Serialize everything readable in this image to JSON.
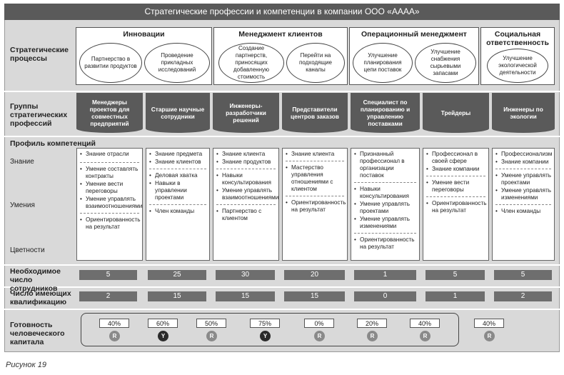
{
  "title": "Стратегические профессии и компетенции в компании ООО «АААА»",
  "labels": {
    "strategic_processes": "Стратегические процессы",
    "groups": "Группы стратегических профессий",
    "profile": "Профиль компетенций",
    "knowledge": "Знание",
    "skills": "Умения",
    "values": "Цветности",
    "needed": "Необходимое число сотрудников",
    "qualified": "Число имеющих квалификацию",
    "readiness": "Готовность человеческого капитала"
  },
  "processes": [
    {
      "name": "Инновации",
      "items": [
        "Партнерство в развитии продуктов",
        "Проведение прикладных исследований"
      ]
    },
    {
      "name": "Менеджмент клиентов",
      "items": [
        "Создание партнерств, приносящих добавленную стоимость",
        "Перейти на подходящие каналы"
      ]
    },
    {
      "name": "Операционный менеджмент",
      "items": [
        "Улучшение планирования цепи поставок",
        "Улучшение снабжения сырьевыми запасами"
      ]
    },
    {
      "name": "Социальная ответственность",
      "items": [
        "Улучшение экологической деятельности"
      ]
    }
  ],
  "groups": [
    "Менеджеры проектов для совместных предприятий",
    "Старшие научные сотрудники",
    "Инженеры-разработчики решений",
    "Представители центров заказов",
    "Специалист по планированию и управлению поставками",
    "Трейдеры",
    "Инженеры по экологии"
  ],
  "profiles": [
    [
      [
        "Знание отрасли"
      ],
      [
        "Умение составлять контракты",
        "Умение вести переговоры",
        "Умение управлять взаимоотношениями"
      ],
      [
        "Ориентированность на результат"
      ]
    ],
    [
      [
        "Знание предмета",
        "Знание клиентов"
      ],
      [
        "Деловая хватка",
        "Навыки в управлении проектами"
      ],
      [
        "Член команды"
      ]
    ],
    [
      [
        "Знание клиента",
        "Знание продуктов"
      ],
      [
        "Навыки консультирования",
        "Умение управлять взаимоотношениями"
      ],
      [
        "Партнерство с клиентом"
      ]
    ],
    [
      [
        "Знание клиента"
      ],
      [
        "Мастерство управления отношениями с клиентом"
      ],
      [
        "Ориентированность на результат"
      ]
    ],
    [
      [
        "Признанный профессионал в организации поставок"
      ],
      [
        "Навыки консультирования",
        "Умение управлять проектами",
        "Умение управлять изменениями"
      ],
      [
        "Ориентированность на результат"
      ]
    ],
    [
      [
        "Профессионал в своей сфере",
        "Знание компании"
      ],
      [
        "Умение вести переговоры"
      ],
      [
        "Ориентированность на результат"
      ]
    ],
    [
      [
        "Профессионализм",
        "Знание компании"
      ],
      [
        "Умение управлять проектами",
        "Умение управлять изменениями"
      ],
      [
        "Член команды"
      ]
    ]
  ],
  "needed": [
    "5",
    "25",
    "30",
    "20",
    "1",
    "5",
    "5"
  ],
  "qualified": [
    "2",
    "15",
    "15",
    "15",
    "0",
    "1",
    "2"
  ],
  "readiness": [
    {
      "pct": "40%",
      "status": "R"
    },
    {
      "pct": "60%",
      "status": "Y"
    },
    {
      "pct": "50%",
      "status": "R"
    },
    {
      "pct": "75%",
      "status": "Y"
    },
    {
      "pct": "0%",
      "status": "R"
    },
    {
      "pct": "20%",
      "status": "R"
    },
    {
      "pct": "40%",
      "status": "R"
    },
    {
      "pct": "40%",
      "status": "R"
    }
  ],
  "colors": {
    "header": "#5a5a5a",
    "bar": "#6e6e6e",
    "status_R": "#8a8a8a",
    "status_Y": "#2b2b2b"
  },
  "caption": "Рисунок 19"
}
